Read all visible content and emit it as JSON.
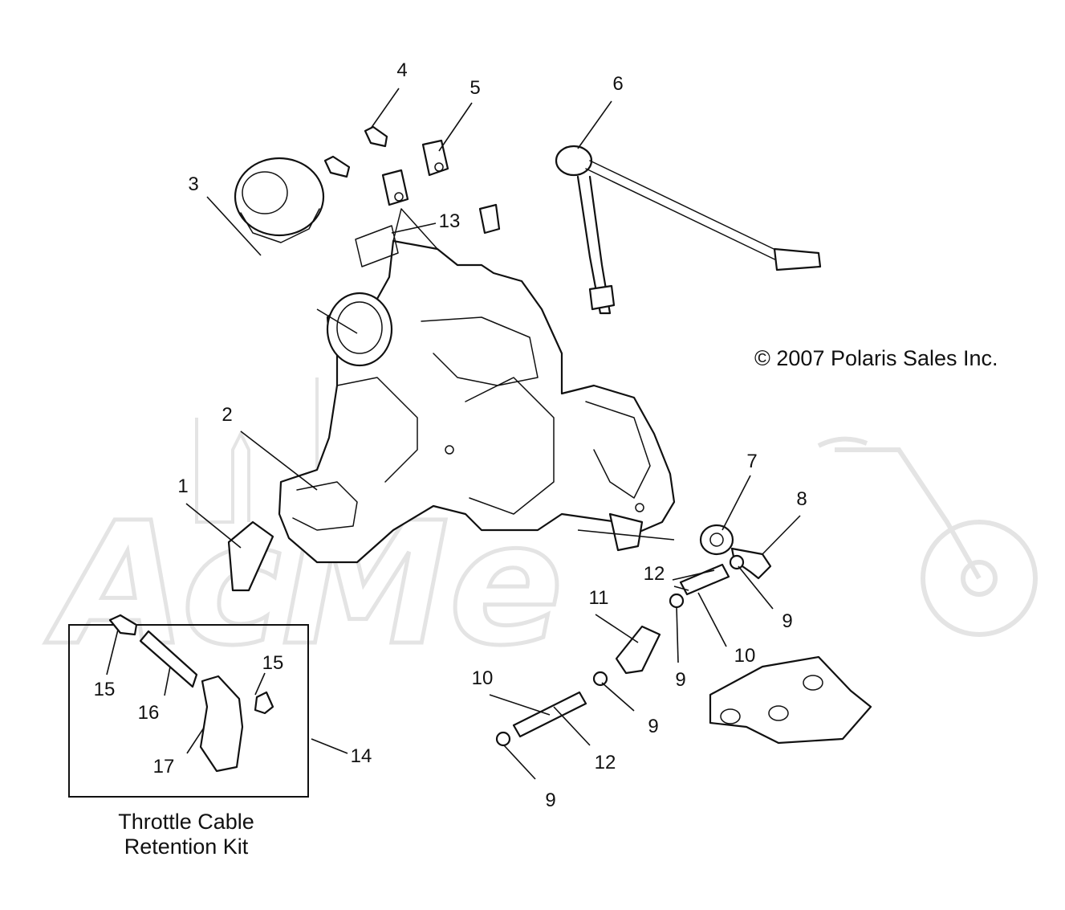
{
  "copyright": "© 2007 Polaris Sales Inc.",
  "watermark": "AcMe",
  "kit_caption": {
    "line1": "Throttle Cable",
    "line2": "Retention Kit"
  },
  "callouts": [
    "1",
    "2",
    "3",
    "4",
    "5",
    "6",
    "7",
    "8",
    "9",
    "9",
    "9",
    "9",
    "10",
    "10",
    "11",
    "12",
    "12",
    "13",
    "14",
    "15",
    "15",
    "16",
    "17"
  ]
}
